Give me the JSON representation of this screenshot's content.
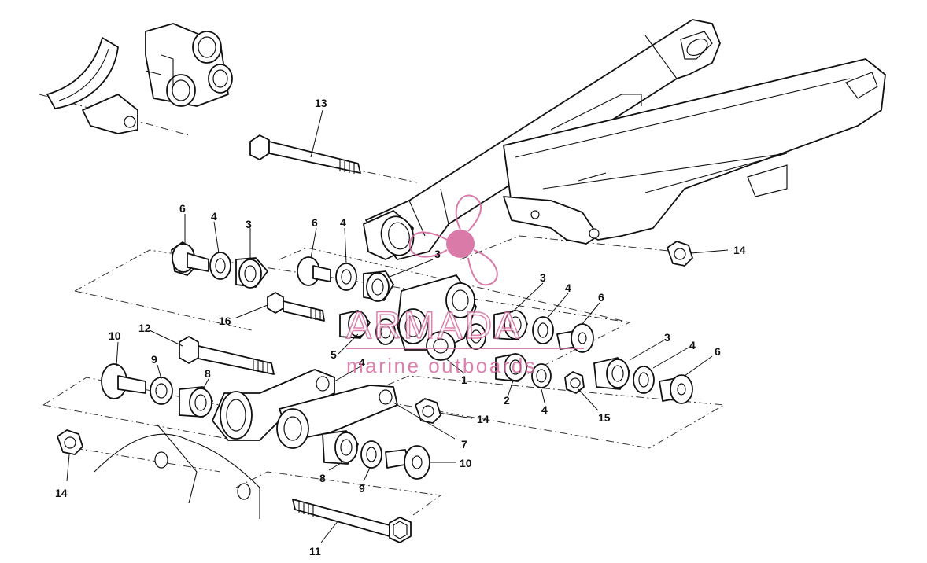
{
  "diagram": {
    "callouts": [
      {
        "id": "c1",
        "label": "1"
      },
      {
        "id": "c2",
        "label": "2"
      },
      {
        "id": "c3a",
        "label": "3"
      },
      {
        "id": "c3b",
        "label": "3"
      },
      {
        "id": "c3c",
        "label": "3"
      },
      {
        "id": "c3d",
        "label": "3"
      },
      {
        "id": "c4a",
        "label": "4"
      },
      {
        "id": "c4b",
        "label": "4"
      },
      {
        "id": "c4c",
        "label": "4"
      },
      {
        "id": "c4d",
        "label": "4"
      },
      {
        "id": "c4e",
        "label": "4"
      },
      {
        "id": "c4f",
        "label": "4"
      },
      {
        "id": "c5",
        "label": "5"
      },
      {
        "id": "c6a",
        "label": "6"
      },
      {
        "id": "c6b",
        "label": "6"
      },
      {
        "id": "c6c",
        "label": "6"
      },
      {
        "id": "c6d",
        "label": "6"
      },
      {
        "id": "c7",
        "label": "7"
      },
      {
        "id": "c8a",
        "label": "8"
      },
      {
        "id": "c8b",
        "label": "8"
      },
      {
        "id": "c9a",
        "label": "9"
      },
      {
        "id": "c9b",
        "label": "9"
      },
      {
        "id": "c10a",
        "label": "10"
      },
      {
        "id": "c10b",
        "label": "10"
      },
      {
        "id": "c11",
        "label": "11"
      },
      {
        "id": "c12",
        "label": "12"
      },
      {
        "id": "c13",
        "label": "13"
      },
      {
        "id": "c14a",
        "label": "14"
      },
      {
        "id": "c14b",
        "label": "14"
      },
      {
        "id": "c14c",
        "label": "14"
      },
      {
        "id": "c15",
        "label": "15"
      },
      {
        "id": "c16",
        "label": "16"
      }
    ]
  },
  "watermark": {
    "brand": "ARMADA",
    "tagline": "marine outboards",
    "color": "#d4639b"
  },
  "colors": {
    "ink": "#111111",
    "paper": "#ffffff"
  }
}
